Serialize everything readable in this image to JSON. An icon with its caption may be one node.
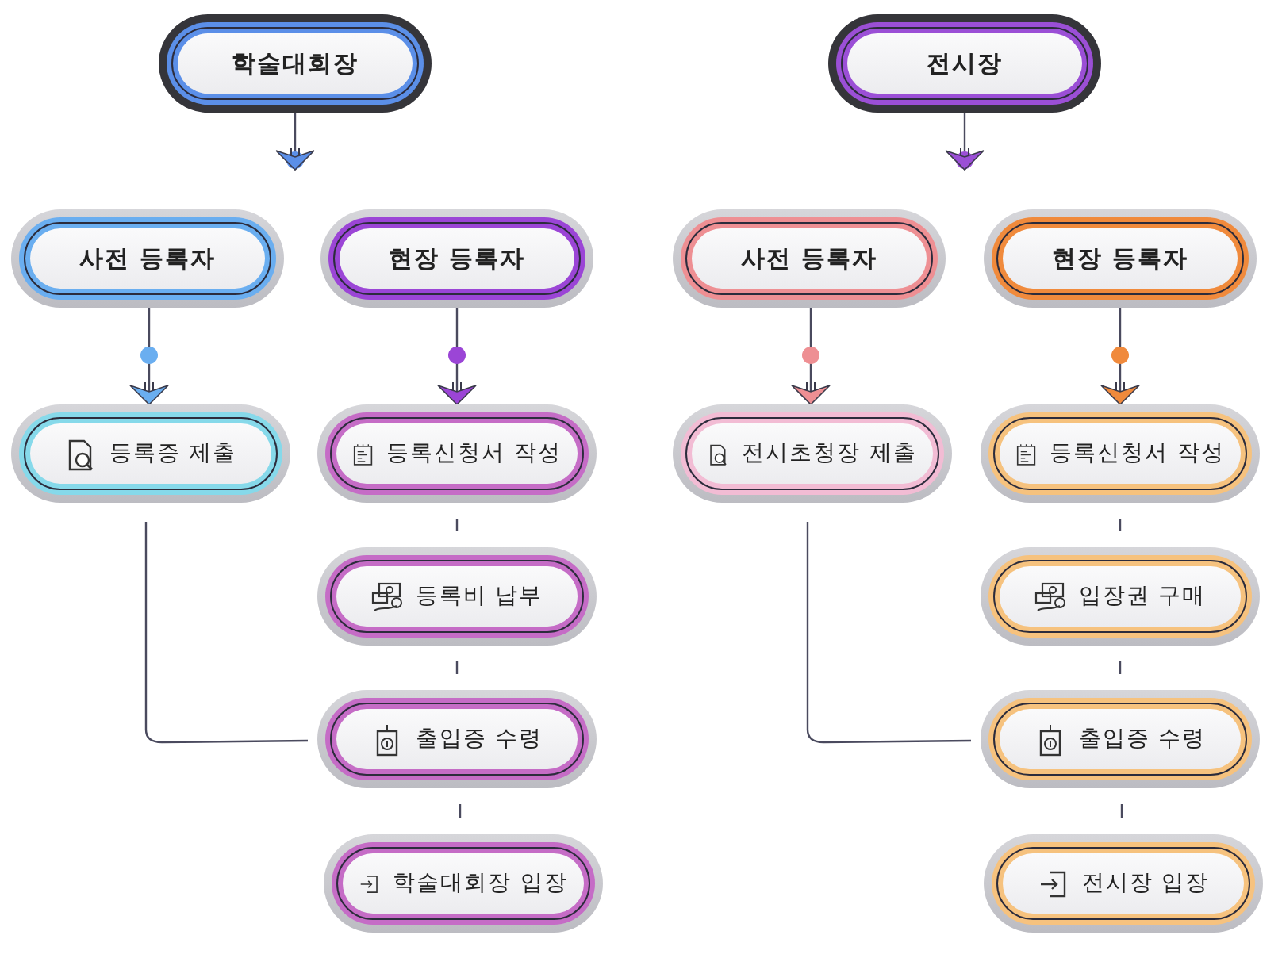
{
  "diagram": {
    "nodes": [
      {
        "text": [
          "학술대회장"
        ]
      },
      {
        "text": [
          "사전 등록자"
        ]
      },
      {
        "text": [
          "현장 등록자"
        ]
      },
      {
        "text": [
          "등록증 제출"
        ]
      },
      {
        "text": [
          "등록신청서 작성"
        ]
      },
      {
        "text": [
          "등록비 납부"
        ]
      },
      {
        "text": [
          "출입증 수령"
        ]
      },
      {
        "text": [
          "학술대회장 입장"
        ]
      },
      {
        "text": [
          "전시장"
        ]
      },
      {
        "text": [
          "사전 등록자"
        ]
      },
      {
        "text": [
          "현장 등록자"
        ]
      },
      {
        "text": [
          "전시초청장 제출"
        ]
      },
      {
        "text": [
          "등록신청서 작성"
        ]
      },
      {
        "text": [
          "입장권 구매"
        ]
      },
      {
        "text": [
          "출입증 수령"
        ]
      },
      {
        "text": [
          "전시장 입장"
        ]
      }
    ],
    "edges": [
      {
        "from": 0,
        "to": null,
        "arrow": "to"
      },
      {
        "from": 1,
        "to": 3,
        "arrow": "to"
      },
      {
        "from": 2,
        "to": 4,
        "arrow": "to"
      },
      {
        "from": 4,
        "to": 5,
        "arrow": "none"
      },
      {
        "from": 5,
        "to": 6,
        "arrow": "none"
      },
      {
        "from": 6,
        "to": 7,
        "arrow": "none"
      },
      {
        "from": 3,
        "to": 6,
        "arrow": "none"
      },
      {
        "from": 8,
        "to": null,
        "arrow": "to"
      },
      {
        "from": 9,
        "to": 11,
        "arrow": "to"
      },
      {
        "from": 10,
        "to": 12,
        "arrow": "to"
      },
      {
        "from": 12,
        "to": 13,
        "arrow": "none"
      },
      {
        "from": 13,
        "to": 14,
        "arrow": "none"
      },
      {
        "from": 14,
        "to": 15,
        "arrow": "none"
      },
      {
        "from": 11,
        "to": 14,
        "arrow": "none"
      }
    ]
  }
}
